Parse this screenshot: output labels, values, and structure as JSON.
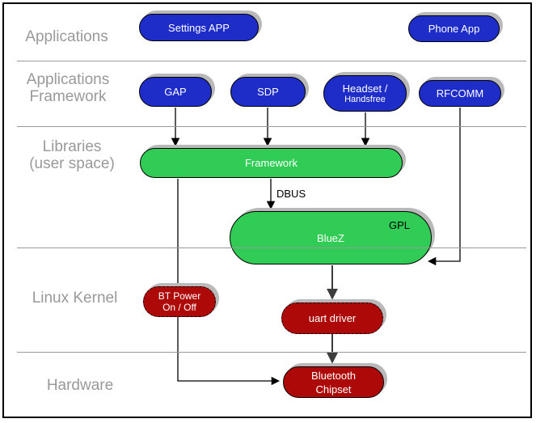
{
  "diagram": {
    "layers": {
      "applications": {
        "label": "Applications"
      },
      "applications_framework": {
        "line1": "Applications",
        "line2": "Framework"
      },
      "libraries_user_space": {
        "line1": "Libraries",
        "line2": "(user space)"
      },
      "linux_kernel": {
        "label": "Linux Kernel"
      },
      "hardware": {
        "label": "Hardware"
      }
    },
    "nodes": {
      "settings_app": {
        "label": "Settings APP"
      },
      "phone_app": {
        "label": "Phone App"
      },
      "gap": {
        "label": "GAP"
      },
      "sdp": {
        "label": "SDP"
      },
      "headset_handsfree": {
        "line1": "Headset /",
        "line2": "Handsfree"
      },
      "rfcomm": {
        "label": "RFCOMM"
      },
      "framework": {
        "label": "Framework"
      },
      "bluez": {
        "label": "BlueZ",
        "badge": "GPL"
      },
      "bt_power": {
        "line1": "BT Power",
        "line2": "On / Off"
      },
      "uart_driver": {
        "label": "uart driver"
      },
      "bluetooth_chipset": {
        "line1": "Bluetooth",
        "line2": "Chipset"
      }
    },
    "annotations": {
      "dbus_label": "DBUS"
    },
    "colors": {
      "app_node": "#1e2cc8",
      "lib_node": "#30cc55",
      "kernel_node": "#ae0909",
      "node_text": "#ffffff",
      "badge_text": "#000000",
      "layer_label": "#999999",
      "separator": "#999999",
      "shadow": "#b9b9b9",
      "connector": "#000000",
      "connector_strong": "#3c3c3c",
      "border": "#000000"
    }
  }
}
